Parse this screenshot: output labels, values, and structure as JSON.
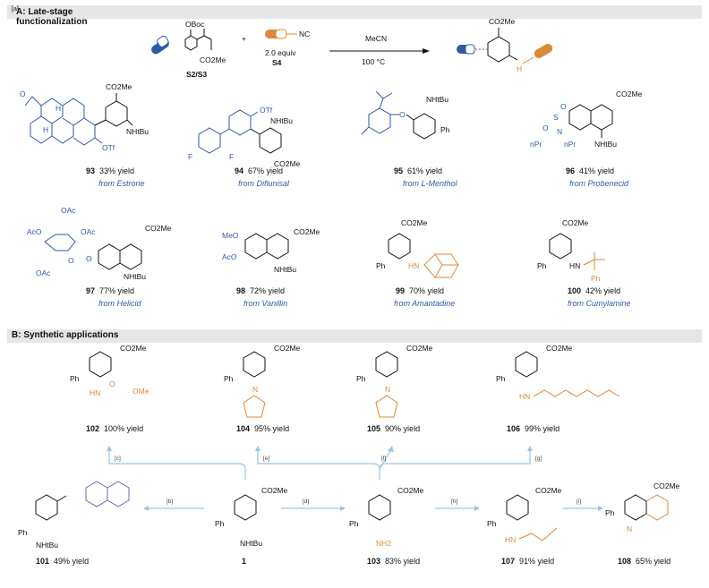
{
  "section_a": {
    "title": "A: Late-stage functionalization",
    "title_footnote": "[a]",
    "scheme": {
      "reagent1_label": "S2/S3",
      "reagent1_groups": [
        "OBoc",
        "CO2Me"
      ],
      "plus": "+",
      "reagent2_label": "S4",
      "reagent2_equiv": "2.0 equiv",
      "reagent2_group": "NC",
      "solvent": "MeCN",
      "temperature": "100 °C",
      "product_group": "CO2Me",
      "product_nh": "H"
    },
    "compounds": [
      {
        "id": "93",
        "yield": "33% yield",
        "source": "from Estrone"
      },
      {
        "id": "94",
        "yield": "67% yield",
        "source": "from Diflunisal"
      },
      {
        "id": "95",
        "yield": "61% yield",
        "source": "from L-Menthol"
      },
      {
        "id": "96",
        "yield": "41% yield",
        "source": "from Probenecid"
      },
      {
        "id": "97",
        "yield": "77% yield",
        "source": "from Helicid"
      },
      {
        "id": "98",
        "yield": "72% yield",
        "source": "from Vanillin"
      },
      {
        "id": "99",
        "yield": "70% yield",
        "source": "from Amantadine"
      },
      {
        "id": "100",
        "yield": "42% yield",
        "source": "from Cumylamine"
      }
    ],
    "atom_labels": {
      "co2me": "CO2Me",
      "nhtbu": "NHtBu",
      "otf": "OTf",
      "f": "F",
      "h": "H",
      "o": "O",
      "s": "S",
      "n": "N",
      "npr": "nPr",
      "ph": "Ph",
      "hn": "HN",
      "oac": "OAc",
      "aco": "AcO",
      "meo": "MeO"
    }
  },
  "section_b": {
    "title": "B: Synthetic applications",
    "compounds": [
      {
        "id": "102",
        "yield": "100% yield"
      },
      {
        "id": "104",
        "yield": "95% yield"
      },
      {
        "id": "105",
        "yield": "90% yield"
      },
      {
        "id": "106",
        "yield": "99% yield"
      },
      {
        "id": "101",
        "yield": "49% yield"
      },
      {
        "id": "1",
        "yield": ""
      },
      {
        "id": "103",
        "yield": "83% yield"
      },
      {
        "id": "107",
        "yield": "91% yield"
      },
      {
        "id": "108",
        "yield": "65% yield"
      }
    ],
    "conditions": [
      "[b]",
      "[c]",
      "[d]",
      "[e]",
      "[f]",
      "[g]",
      "[h]",
      "[i]"
    ],
    "atom_labels": {
      "co2me": "CO2Me",
      "ph": "Ph",
      "hn": "HN",
      "ome": "OMe",
      "o": "O",
      "n": "N",
      "nh2": "NH2",
      "nhtbu": "NHtBu"
    }
  },
  "colors": {
    "blue": "#2f5aa6",
    "orange": "#d98a3a",
    "purple": "#7a5fb5",
    "arrow": "#9ec3e6",
    "band": "#e6e6e6"
  }
}
